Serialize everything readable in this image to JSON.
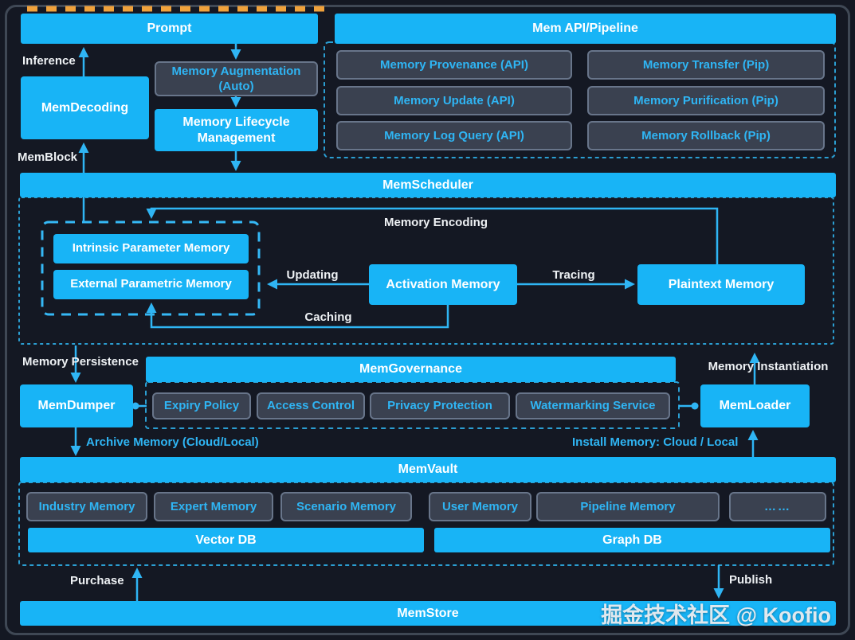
{
  "colors": {
    "accent": "#18b4f6",
    "connector": "#2fb5f4",
    "dark_box_bg": "#3a4150",
    "dark_box_border": "#68758a",
    "background": "#141823",
    "orange_dash": "#f0a23c"
  },
  "top": {
    "prompt": "Prompt",
    "inference": "Inference",
    "memdecoding": "MemDecoding",
    "augmentation_line1": "Memory Augmentation",
    "augmentation_line2": "(Auto)",
    "lifecycle_line1": "Memory Lifecycle",
    "lifecycle_line2": "Management",
    "memblock": "MemBlock"
  },
  "api": {
    "title": "Mem API/Pipeline",
    "boxes": [
      "Memory Provenance (API)",
      "Memory Transfer (Pip)",
      "Memory Update (API)",
      "Memory Purification (Pip)",
      "Memory Log Query (API)",
      "Memory Rollback (Pip)"
    ]
  },
  "scheduler": {
    "title": "MemScheduler",
    "memory_encoding": "Memory Encoding",
    "updating": "Updating",
    "tracing": "Tracing",
    "caching": "Caching",
    "intrinsic": "Intrinsic Parameter Memory",
    "external": "External Parametric Memory",
    "activation": "Activation Memory",
    "plaintext": "Plaintext Memory"
  },
  "governance": {
    "title": "MemGovernance",
    "memory_persistence": "Memory Persistence",
    "memory_instantiation": "Memory Instantiation",
    "memdumper": "MemDumper",
    "memloader": "MemLoader",
    "items": [
      "Expiry Policy",
      "Access Control",
      "Privacy Protection",
      "Watermarking Service"
    ],
    "archive": "Archive Memory (Cloud/Local)",
    "install": "Install Memory: Cloud / Local"
  },
  "vault": {
    "title": "MemVault",
    "boxes": [
      "Industry Memory",
      "Expert Memory",
      "Scenario Memory",
      "User Memory",
      "Pipeline Memory",
      "……"
    ],
    "vector_db": "Vector DB",
    "graph_db": "Graph DB"
  },
  "store": {
    "title": "MemStore",
    "purchase": "Purchase",
    "publish": "Publish"
  },
  "watermark": "掘金技术社区 @ Koofio"
}
